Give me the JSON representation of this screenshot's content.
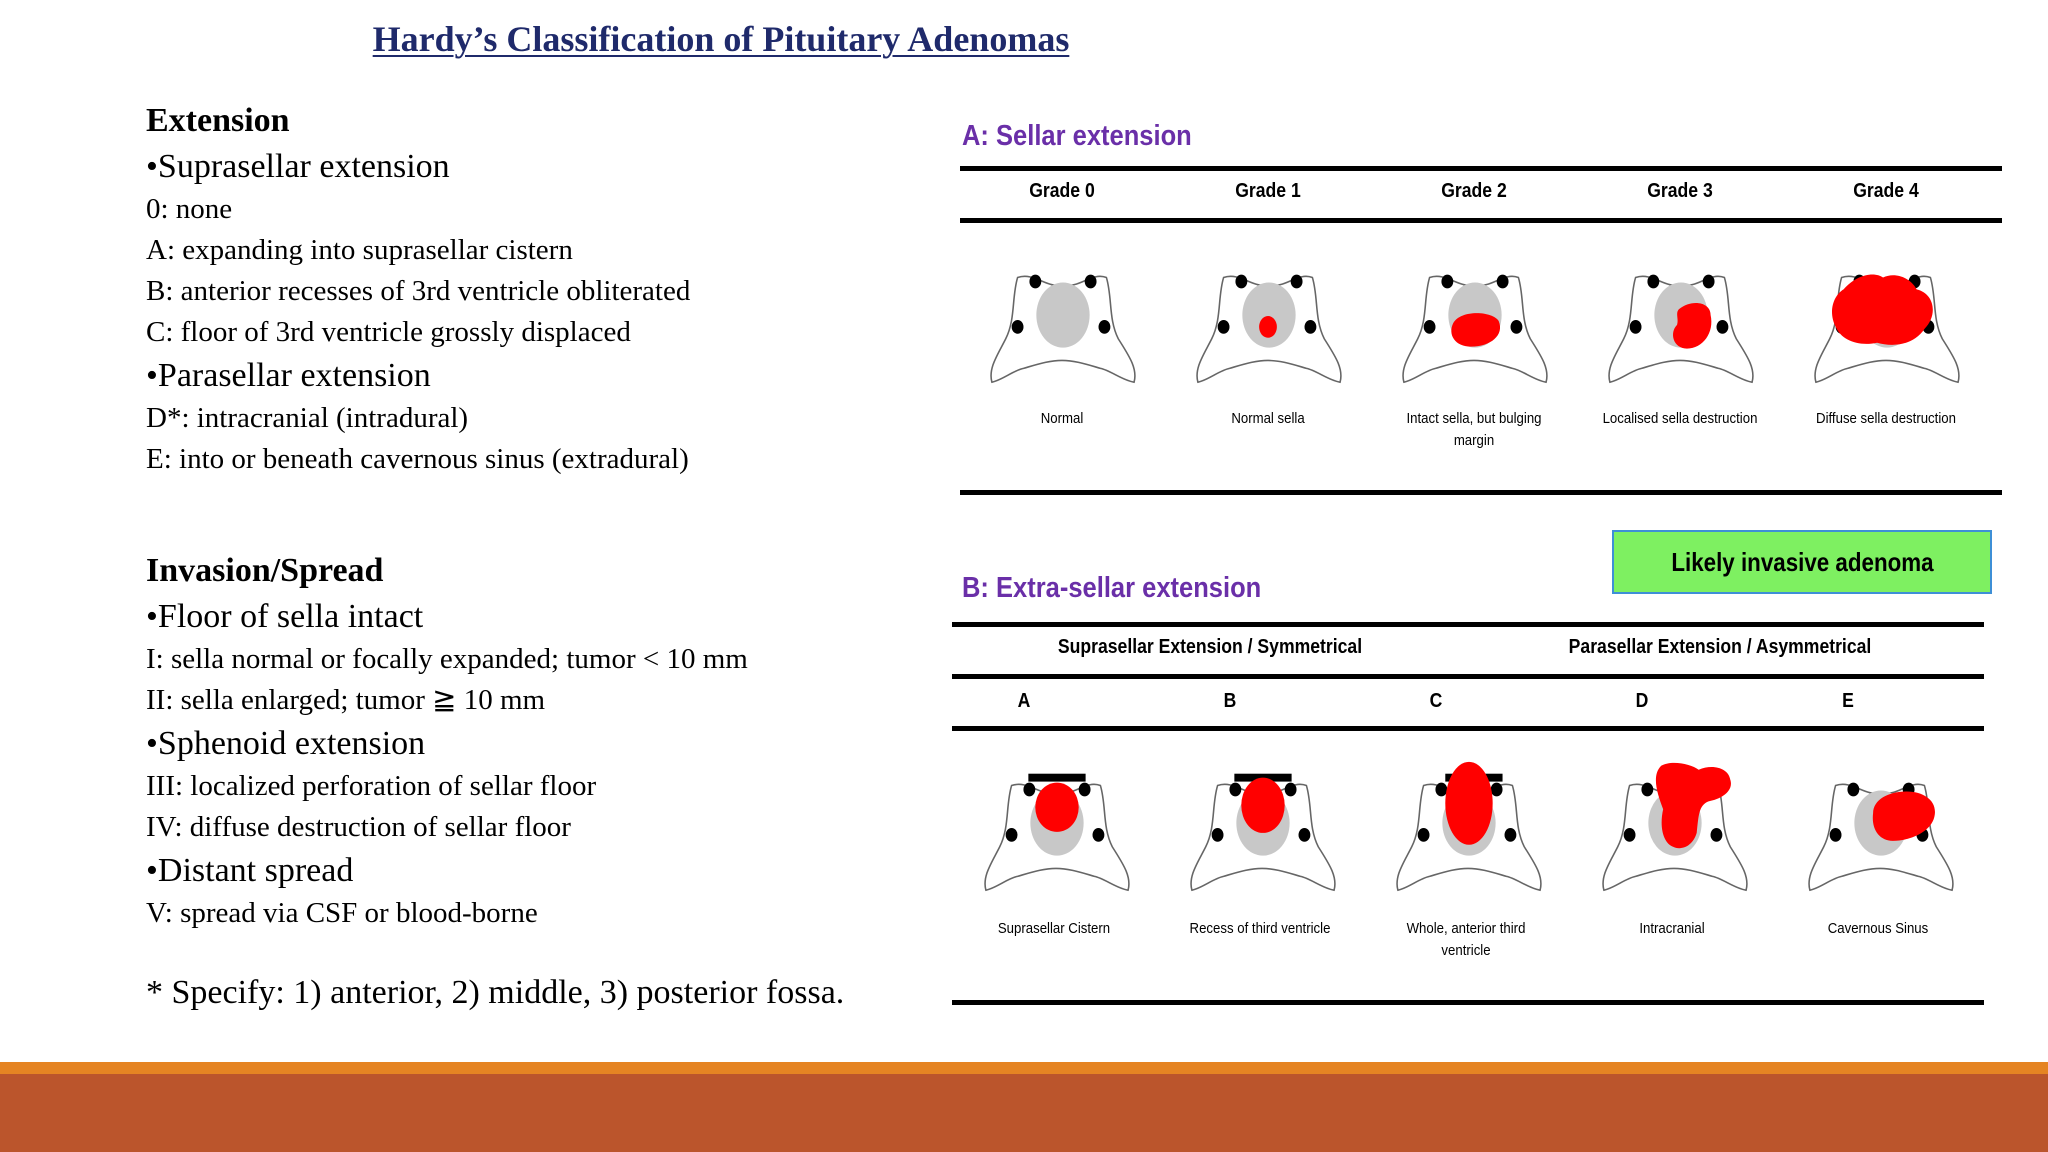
{
  "title": "Hardy’s Classification of Pituitary Adenomas",
  "extension": {
    "heading": "Extension",
    "suprasellar_heading": "•Suprasellar extension",
    "suprasellar_items": [
      "0: none",
      "A: expanding into suprasellar cistern",
      "B: anterior recesses of 3rd ventricle obliterated",
      "C: floor of 3rd ventricle grossly displaced"
    ],
    "parasellar_heading": "•Parasellar extension",
    "parasellar_items": [
      "D*: intracranial (intradural)",
      "E: into or beneath cavernous sinus (extradural)"
    ]
  },
  "invasion": {
    "heading": "Invasion/Spread",
    "floor_heading": "•Floor of sella intact",
    "floor_items": [
      "I: sella normal or focally expanded; tumor < 10 mm",
      "II: sella enlarged; tumor ≧ 10 mm"
    ],
    "sphenoid_heading": "•Sphenoid extension",
    "sphenoid_items": [
      "III: localized perforation of sellar floor",
      "IV: diffuse destruction of sellar floor"
    ],
    "distant_heading": "•Distant spread",
    "distant_items": [
      "V: spread via CSF or blood-borne"
    ]
  },
  "footnote": "* Specify: 1) anterior, 2) middle, 3) posterior fossa.",
  "figure": {
    "section_a_label": "A:  Sellar extension",
    "section_a_columns": [
      {
        "grade": "Grade 0",
        "caption": "Normal",
        "tumor": "none"
      },
      {
        "grade": "Grade 1",
        "caption": "Normal sella",
        "tumor": "small"
      },
      {
        "grade": "Grade 2",
        "caption": "Intact sella, but bulging margin",
        "tumor": "bulging"
      },
      {
        "grade": "Grade 3",
        "caption": "Localised sella destruction",
        "tumor": "localised"
      },
      {
        "grade": "Grade 4",
        "caption": "Diffuse sella destruction",
        "tumor": "diffuse"
      }
    ],
    "invasive_label": "Likely invasive adenoma",
    "section_b_label": "B:  Extra-sellar extension",
    "suprasellar_group": "Suprasellar Extension / Symmetrical",
    "parasellar_group": "Parasellar Extension / Asymmetrical",
    "section_b_columns": [
      {
        "letter": "A",
        "caption": "Suprasellar Cistern",
        "tumor": "cistern"
      },
      {
        "letter": "B",
        "caption": "Recess of third ventricle",
        "tumor": "recess"
      },
      {
        "letter": "C",
        "caption": "Whole, anterior third ventricle",
        "tumor": "whole"
      },
      {
        "letter": "D",
        "caption": "Intracranial",
        "tumor": "intracranial"
      },
      {
        "letter": "E",
        "caption": "Cavernous Sinus",
        "tumor": "cavernous"
      }
    ],
    "colors": {
      "section_label": "#6a2fa8",
      "tumor": "#ff0000",
      "sella": "#c8c8c8",
      "invasive_box": "#7ef061"
    }
  },
  "footer_colors": {
    "thin": "#e58423",
    "bar": "#bb552c"
  }
}
